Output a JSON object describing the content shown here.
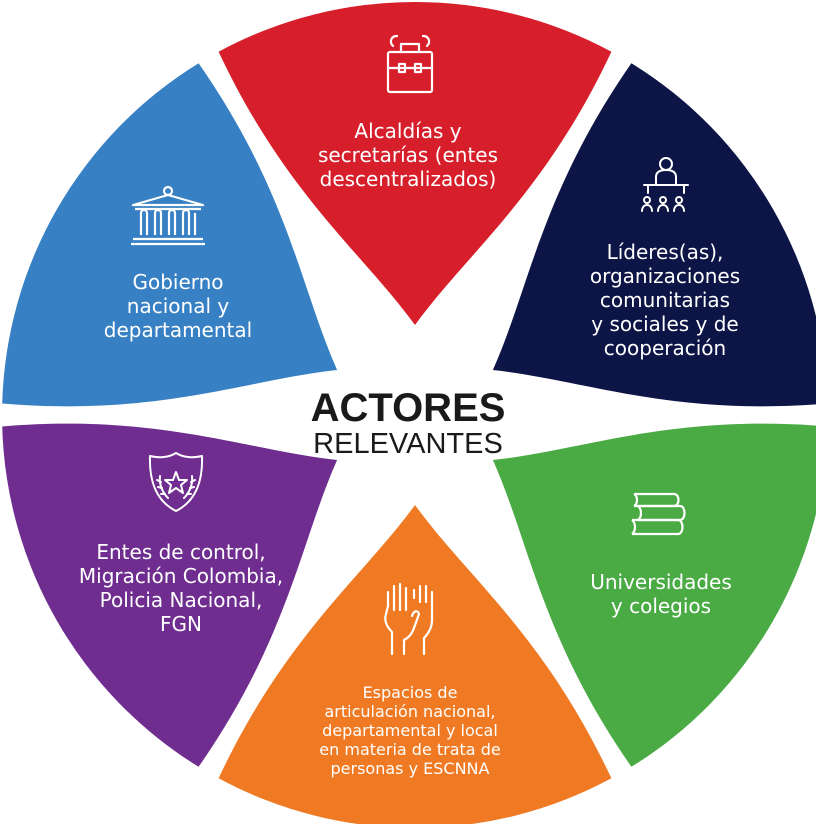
{
  "center": {
    "title": "ACTORES",
    "subtitle": "RELEVANTES"
  },
  "segments": [
    {
      "id": "alcaldias",
      "color": "#d71f2b",
      "icon": "briefcase-icon",
      "lines": [
        "Alcaldías y",
        "secretarías (entes",
        "descentralizados)"
      ]
    },
    {
      "id": "lideres",
      "color": "#0d1446",
      "icon": "community-meeting-icon",
      "lines": [
        "Líderes(as),",
        "organizaciones",
        "comunitarias",
        "y sociales y de",
        "cooperación"
      ]
    },
    {
      "id": "universidades",
      "color": "#4aab45",
      "icon": "books-icon",
      "lines": [
        "Universidades",
        "y colegios"
      ]
    },
    {
      "id": "espacios",
      "color": "#ef7a23",
      "icon": "raised-hands-icon",
      "lines": [
        "Espacios de",
        "articulación nacional,",
        "departamental y local",
        "en materia de trata de",
        "personas y ESCNNA"
      ]
    },
    {
      "id": "entes",
      "color": "#6f2e8f",
      "icon": "police-badge-icon",
      "lines": [
        "Entes de control,",
        "Migración Colombia,",
        "Policia Nacional,",
        "FGN"
      ]
    },
    {
      "id": "gobierno",
      "color": "#3780c4",
      "icon": "government-building-icon",
      "lines": [
        "Gobierno",
        "nacional y",
        "departamental"
      ]
    }
  ]
}
